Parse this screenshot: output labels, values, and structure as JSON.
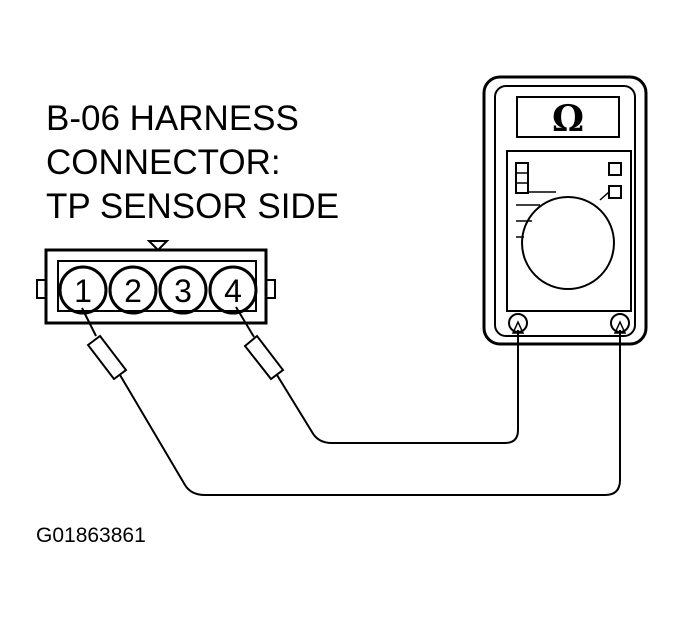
{
  "caption": {
    "lines": [
      "B-06 HARNESS",
      "CONNECTOR:",
      "TP SENSOR SIDE"
    ]
  },
  "connector": {
    "pins": [
      "1",
      "2",
      "3",
      "4"
    ]
  },
  "meter": {
    "display_symbol": "Ω"
  },
  "figure_id": "G01863861",
  "colors": {
    "ink": "#000000",
    "paper": "#ffffff"
  }
}
